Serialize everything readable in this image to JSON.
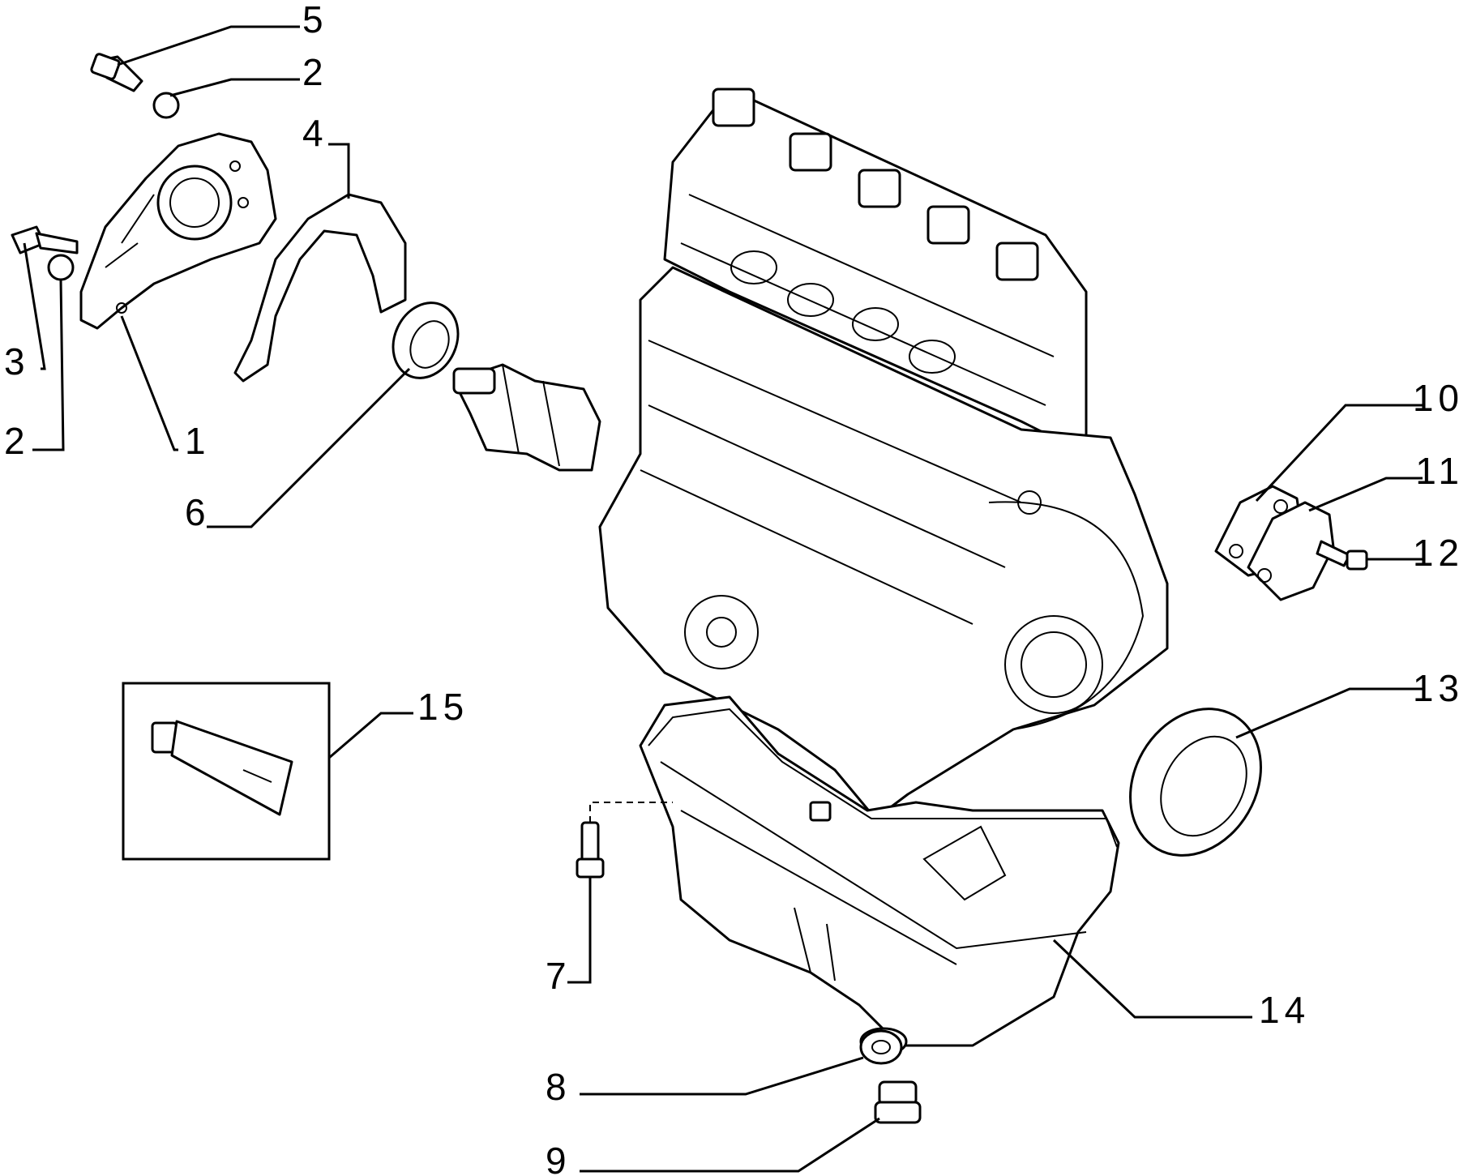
{
  "callouts": [
    {
      "id": "c5",
      "text": "5"
    },
    {
      "id": "c2a",
      "text": "2"
    },
    {
      "id": "c4",
      "text": "4"
    },
    {
      "id": "c3",
      "text": "3"
    },
    {
      "id": "c2b",
      "text": "2"
    },
    {
      "id": "c1",
      "text": "1"
    },
    {
      "id": "c6",
      "text": "6"
    },
    {
      "id": "c10",
      "text": "10"
    },
    {
      "id": "c11",
      "text": "11"
    },
    {
      "id": "c12",
      "text": "12"
    },
    {
      "id": "c13",
      "text": "13"
    },
    {
      "id": "c15",
      "text": "15"
    },
    {
      "id": "c7",
      "text": "7"
    },
    {
      "id": "c14",
      "text": "14"
    },
    {
      "id": "c8",
      "text": "8"
    },
    {
      "id": "c9",
      "text": "9"
    }
  ]
}
